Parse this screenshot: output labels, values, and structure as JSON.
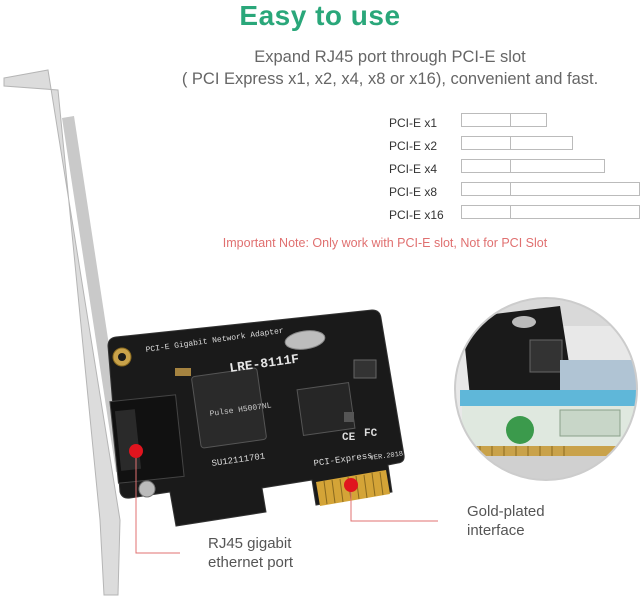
{
  "title": "Easy to use",
  "subtitle_line1": "Expand RJ45 port through PCI-E slot",
  "subtitle_line2": "( PCI Express x1, x2, x4, x8 or x16), convenient and fast.",
  "slots": [
    {
      "label": "PCI-E x1"
    },
    {
      "label": "PCI-E x2"
    },
    {
      "label": "PCI-E x4"
    },
    {
      "label": "PCI-E x8"
    },
    {
      "label": "PCI-E x16"
    }
  ],
  "note": "Important Note: Only work with PCI-E slot, Not for PCI Slot",
  "callouts": {
    "rj45": [
      "RJ45 gigabit",
      "ethernet port"
    ],
    "gold": [
      "Gold-plated",
      "interface"
    ]
  },
  "board_text": {
    "adapter": "PCI-E Gigabit Network Adapter",
    "model": "LRE-8111F",
    "serial": "SU12111701",
    "bus": "PCI-Express",
    "version": "VER.2018",
    "chip": "Pulse H5007NL"
  },
  "colors": {
    "accent": "#2aa77a",
    "note": "#e07070",
    "marker": "#e0141e",
    "pcb": "#1a1a1a",
    "gold": "#d4a437"
  }
}
